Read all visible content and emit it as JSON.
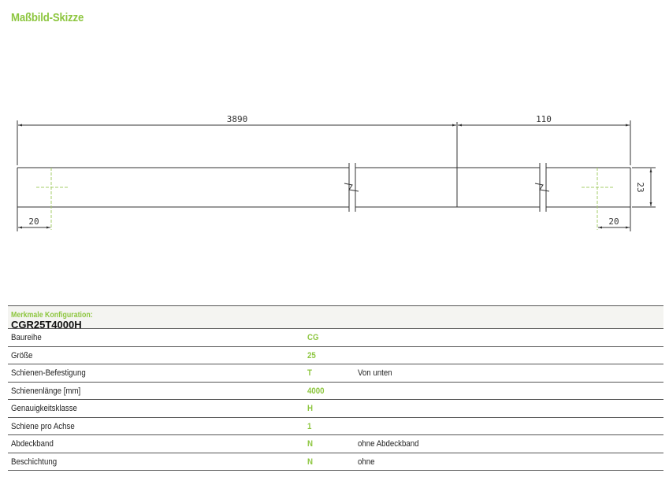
{
  "title": "Maßbild-Skizze",
  "drawing": {
    "dim_left_length": "3890",
    "dim_right_length": "110",
    "dim_left_end": "20",
    "dim_right_end": "20",
    "dim_height": "23"
  },
  "config": {
    "label": "Merkmale Konfiguration:",
    "code": "CGR25T4000H",
    "rows": [
      {
        "name": "Baureihe",
        "value": "CG",
        "desc": ""
      },
      {
        "name": "Größe",
        "value": "25",
        "desc": ""
      },
      {
        "name": "Schienen-Befestigung",
        "value": "T",
        "desc": "Von unten"
      },
      {
        "name": "Schienenlänge [mm]",
        "value": "4000",
        "desc": ""
      },
      {
        "name": "Genauigkeitsklasse",
        "value": "H",
        "desc": ""
      },
      {
        "name": "Schiene pro Achse",
        "value": "1",
        "desc": ""
      },
      {
        "name": "Abdeckband",
        "value": "N",
        "desc": "ohne Abdeckband"
      },
      {
        "name": "Beschichtung",
        "value": "N",
        "desc": "ohne"
      }
    ]
  },
  "colors": {
    "accent": "#8dc63f",
    "line": "#333333",
    "centerline": "#a6cc6a"
  }
}
